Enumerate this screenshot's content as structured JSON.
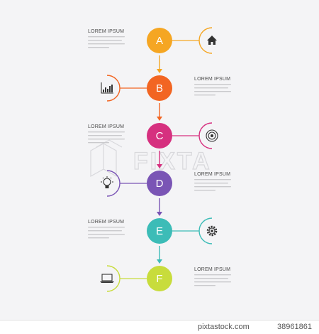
{
  "steps": [
    {
      "letter": "A",
      "title": "LOREM IPSUM",
      "color": "#f5a623",
      "icon": "house-icon"
    },
    {
      "letter": "B",
      "title": "LOREM IPSUM",
      "color": "#f26522",
      "icon": "bar-chart-icon"
    },
    {
      "letter": "C",
      "title": "LOREM IPSUM",
      "color": "#d6307f",
      "icon": "target-icon"
    },
    {
      "letter": "D",
      "title": "LOREM IPSUM",
      "color": "#7a55b5",
      "icon": "lightbulb-icon"
    },
    {
      "letter": "E",
      "title": "LOREM IPSUM",
      "color": "#3cbcb7",
      "icon": "gear-icon"
    },
    {
      "letter": "F",
      "title": "LOREM IPSUM",
      "color": "#c8dc3c",
      "icon": "laptop-icon"
    }
  ],
  "watermark": {
    "text": "FIXTA"
  },
  "footer": {
    "brand": "pixtastock.com",
    "image_id": "38961861"
  }
}
